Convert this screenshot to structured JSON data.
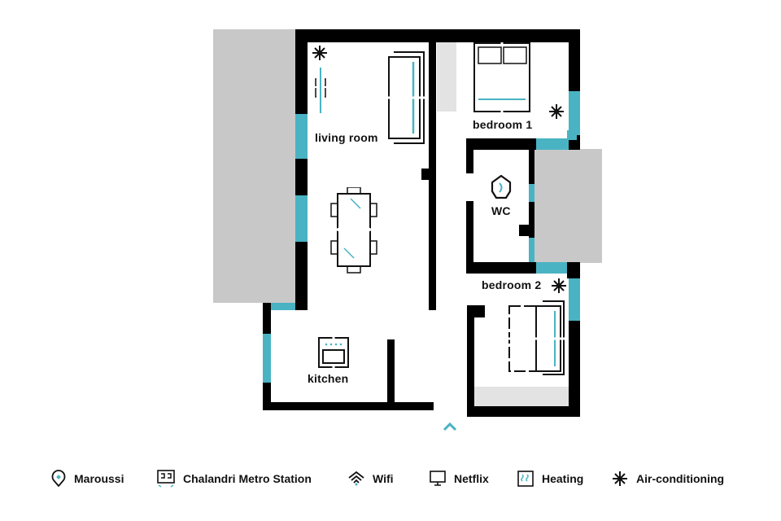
{
  "floorplan": {
    "rooms": [
      {
        "id": "living",
        "label": "living room"
      },
      {
        "id": "bedroom1",
        "label": "bedroom 1"
      },
      {
        "id": "wc",
        "label": "WC"
      },
      {
        "id": "bedroom2",
        "label": "bedroom 2"
      },
      {
        "id": "kitchen",
        "label": "kitchen"
      }
    ],
    "entrance_icon": "chevron-up-icon",
    "colors": {
      "wall": "#000000",
      "window": "#49b3c3",
      "balcony": "#c8c8c8",
      "closet": "#e3e3e3"
    }
  },
  "legend": {
    "items": [
      {
        "icon": "location-pin-icon",
        "label": "Maroussi"
      },
      {
        "icon": "metro-icon",
        "label": "Chalandri Metro Station"
      },
      {
        "icon": "wifi-icon",
        "label": "Wifi"
      },
      {
        "icon": "tv-icon",
        "label": "Netflix"
      },
      {
        "icon": "heating-icon",
        "label": "Heating"
      },
      {
        "icon": "snowflake-icon",
        "label": "Air-conditioning"
      }
    ]
  }
}
